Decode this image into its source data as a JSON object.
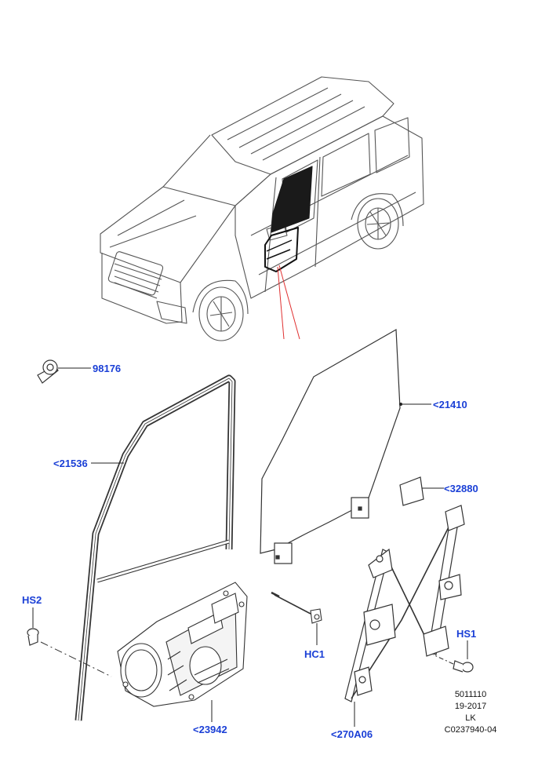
{
  "callouts": {
    "c98176": "98176",
    "c21410": "<21410",
    "c21536": "<21536",
    "c32880": "<32880",
    "hs2": "HS2",
    "hs1": "HS1",
    "hc1": "HC1",
    "c23942": "<23942",
    "c270a06": "<270A06"
  },
  "stamp": {
    "line1": "5011110",
    "line2": "19-2017",
    "line3": "LK",
    "line4": "C0237940-04"
  },
  "colors": {
    "callout_text": "#1a3fd6",
    "leader_line": "#222222",
    "highlight_line": "#e03030",
    "outline": "#333333"
  }
}
